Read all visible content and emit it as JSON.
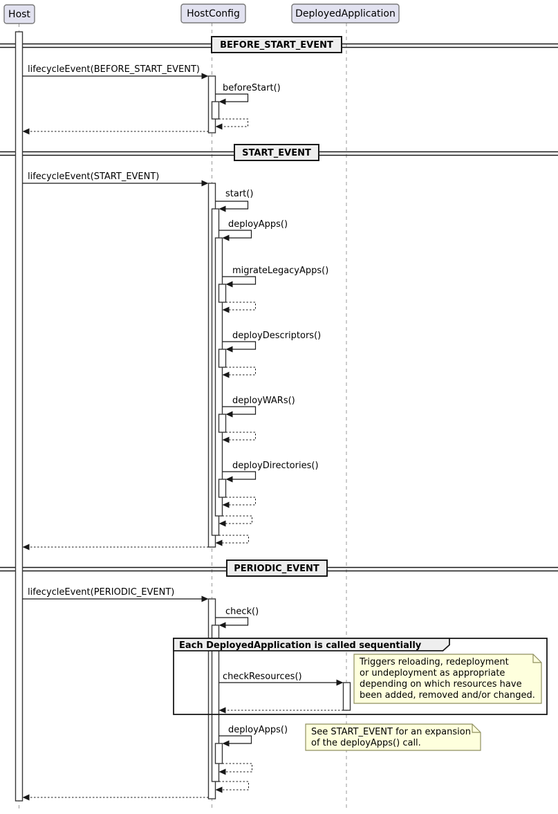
{
  "diagram": {
    "participants": {
      "host": "Host",
      "host_config": "HostConfig",
      "deployed_application": "DeployedApplication"
    },
    "dividers": {
      "before_start": "BEFORE_START_EVENT",
      "start": "START_EVENT",
      "periodic": "PERIODIC_EVENT"
    },
    "messages": {
      "lifecycle_before_start": "lifecycleEvent(BEFORE_START_EVENT)",
      "before_start": "beforeStart()",
      "lifecycle_start": "lifecycleEvent(START_EVENT)",
      "start": "start()",
      "deploy_apps": "deployApps()",
      "migrate_legacy_apps": "migrateLegacyApps()",
      "deploy_descriptors": "deployDescriptors()",
      "deploy_wars": "deployWARs()",
      "deploy_directories": "deployDirectories()",
      "lifecycle_periodic": "lifecycleEvent(PERIODIC_EVENT)",
      "check": "check()",
      "check_resources": "checkResources()",
      "deploy_apps_periodic": "deployApps()"
    },
    "group": {
      "label": "Each DeployedApplication is called sequentially"
    },
    "notes": {
      "check_resources_note": {
        "lines": [
          "Triggers reloading, redeployment",
          "or undeployment as appropriate",
          "depending on which resources have",
          "been added, removed and/or changed."
        ]
      },
      "deploy_apps_note": {
        "lines": [
          "See START_EVENT for an expansion",
          "of the deployApps() call."
        ]
      }
    },
    "colors": {
      "participant_fill": "#E2E2F0",
      "participant_border": "#787878",
      "divider_fill": "#EEEEEE",
      "group_title_fill": "#EEEEEE",
      "note_fill": "#FEFFDD",
      "note_border": "#8F8F5F",
      "lifeline": "#999999",
      "line": "#181818",
      "activation_fill": "#FFFFFF"
    }
  }
}
